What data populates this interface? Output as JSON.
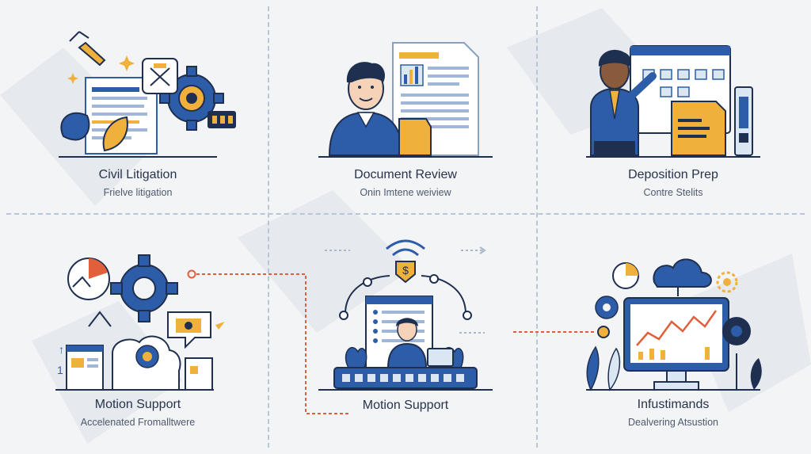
{
  "colors": {
    "navy": "#2d5da8",
    "dark_navy": "#1f2f4f",
    "orange": "#f0b13c",
    "red_accent": "#e0603c",
    "light_blue": "#dbe6f3",
    "background": "#f3f4f6"
  },
  "cards": [
    {
      "title": "Civil Litigation",
      "subtitle": "Frielve litigation",
      "icon": "wrench-gear-icon"
    },
    {
      "title": "Document Review",
      "subtitle": "Onin Imtene weiview",
      "icon": "document-reviewer-icon"
    },
    {
      "title": "Deposition Prep",
      "subtitle": "Contre Stelits",
      "icon": "presenter-board-icon"
    },
    {
      "title": "Motion Support",
      "subtitle": "Accelenated Fromalltwere",
      "icon": "gear-cloud-icon"
    },
    {
      "title": "Motion Support",
      "subtitle": "",
      "icon": "laptop-worker-icon"
    },
    {
      "title": "Infustimands",
      "subtitle": "Dealvering Atsustion",
      "icon": "monitor-chart-icon"
    }
  ]
}
